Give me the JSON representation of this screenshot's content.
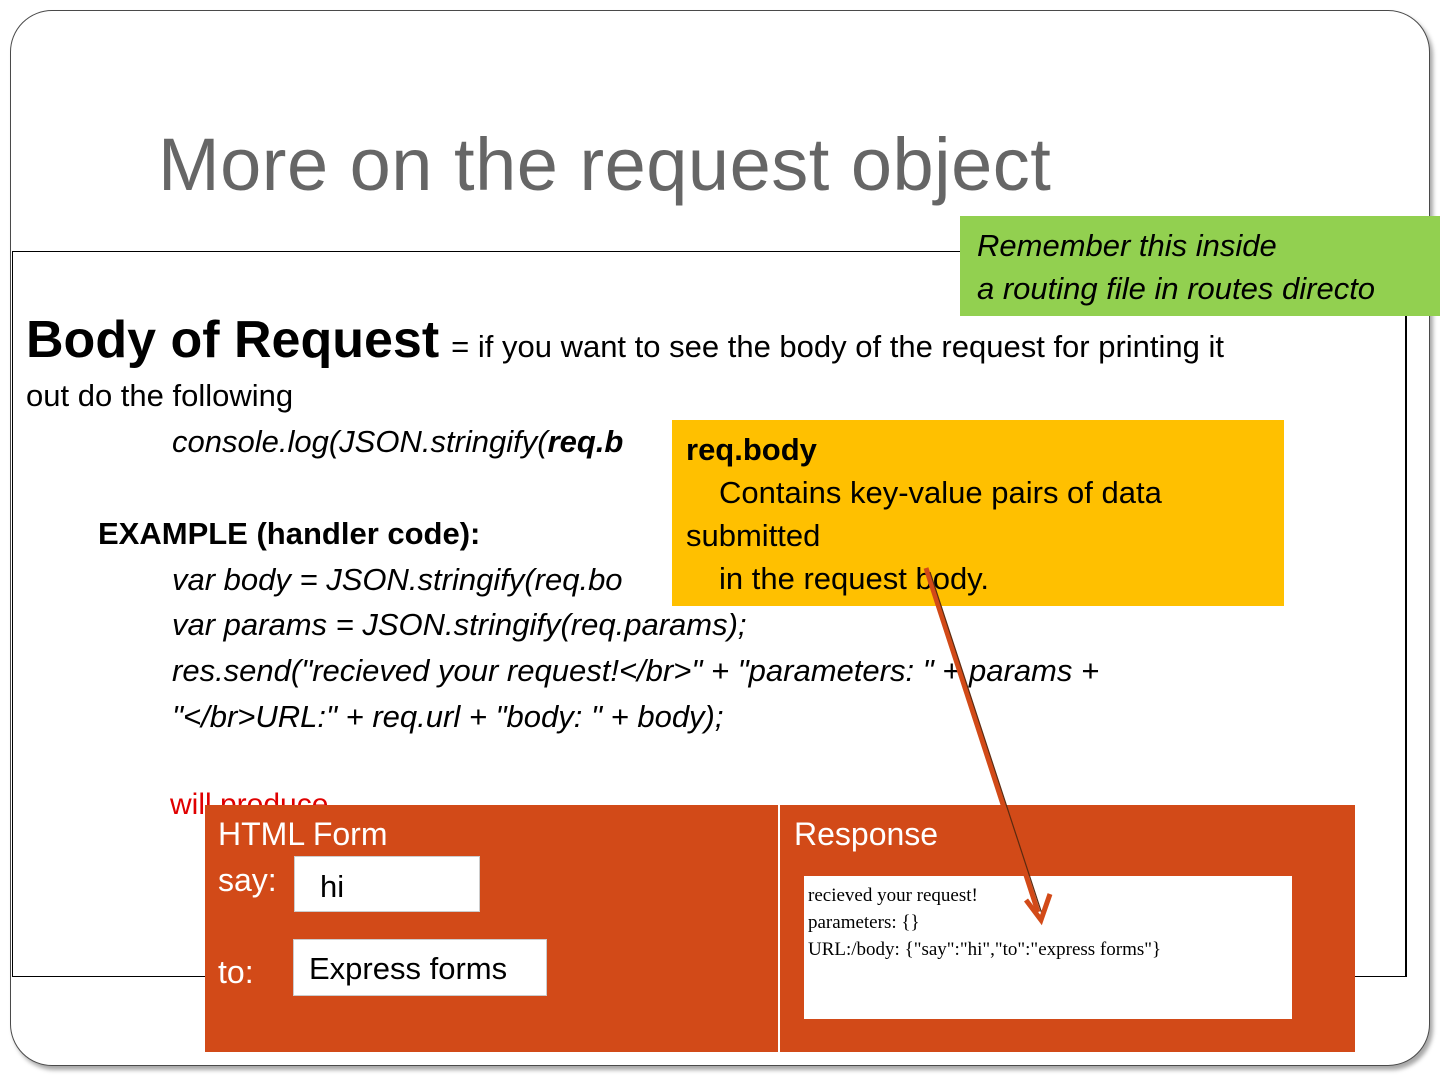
{
  "title": "More on the request object",
  "green_note": {
    "line1": "Remember this inside",
    "line2": "a routing file in routes directo"
  },
  "heading": {
    "big": "Body of Request",
    "rest": "= if you want to see the body of the request for printing it",
    "line2": "out do the following"
  },
  "code": {
    "line1_prefix": "console.log(JSON.stringify(",
    "line1_bold": "req.b"
  },
  "example": {
    "label": "EXAMPLE (handler code):",
    "lines": [
      "var body = JSON.stringify(req.bo",
      "var params = JSON.stringify(req.params);",
      "res.send(\"recieved your request!</br>\" + \"parameters: \" + params +",
      "\"</br>URL:\" + req.url + \"body: \" + body);"
    ]
  },
  "will_produce": "will produce",
  "yellow_note": {
    "title": "req.body",
    "line1": "Contains key-value pairs of data",
    "line2": "submitted",
    "line3": "in the request body."
  },
  "html_form": {
    "header": "HTML Form",
    "say_label": "say:",
    "say_value": "hi",
    "to_label": "to:",
    "to_value": "Express forms"
  },
  "response": {
    "header": "Response",
    "lines": [
      "recieved your request!",
      "parameters: {}",
      "URL:/body: {\"say\":\"hi\",\"to\":\"express forms\"}"
    ]
  },
  "colors": {
    "title": "#666666",
    "green_note": "#92d050",
    "yellow_note": "#ffc000",
    "orange_panel": "#d24a18",
    "arrow": "#d24a18",
    "will_produce": "#e00000"
  }
}
